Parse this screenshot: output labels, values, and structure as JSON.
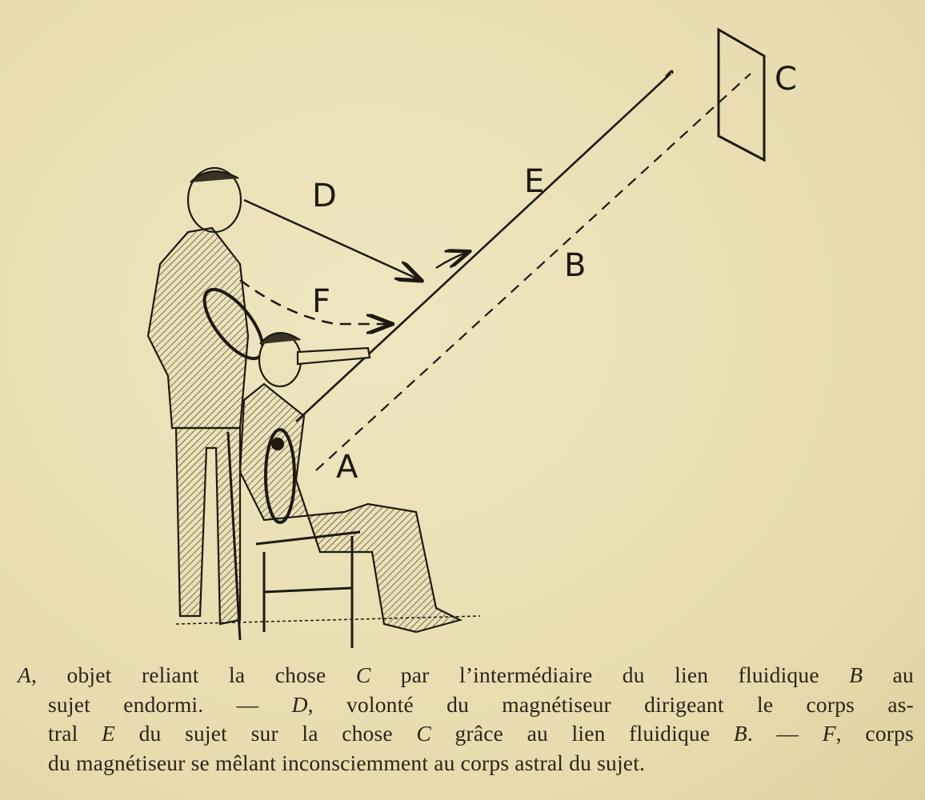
{
  "figure": {
    "labels": {
      "A": "A",
      "B": "B",
      "C": "C",
      "D": "D",
      "E": "E",
      "F": "F"
    }
  },
  "caption": {
    "lines": [
      [
        {
          "t": "A",
          "i": true
        },
        {
          "t": ", objet reliant la chose "
        },
        {
          "t": "C",
          "i": true
        },
        {
          "t": " par l’intermédiaire du lien fluidique "
        },
        {
          "t": "B",
          "i": true
        },
        {
          "t": " au"
        }
      ],
      [
        {
          "t": "sujet endormi. — "
        },
        {
          "t": "D",
          "i": true
        },
        {
          "t": ", volonté du magnétiseur dirigeant le corps as-"
        }
      ],
      [
        {
          "t": "tral "
        },
        {
          "t": "E",
          "i": true
        },
        {
          "t": " du sujet sur la chose "
        },
        {
          "t": "C",
          "i": true
        },
        {
          "t": " grâce au lien fluidique "
        },
        {
          "t": "B",
          "i": true
        },
        {
          "t": ". — "
        },
        {
          "t": "F",
          "i": true
        },
        {
          "t": ", corps"
        }
      ],
      [
        {
          "t": "du magnétiseur se mêlant inconsciemment au corps astral du sujet."
        }
      ]
    ]
  }
}
